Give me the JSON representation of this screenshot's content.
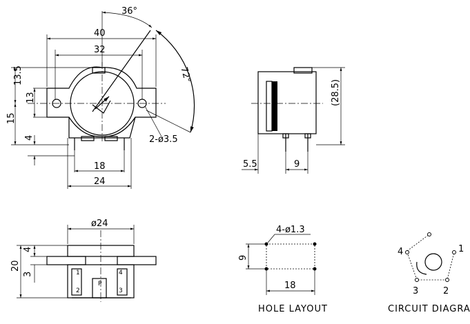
{
  "top_view": {
    "angle_label": "36°",
    "arc_label": "72°",
    "width_outer": "40",
    "width_inner": "32",
    "height_upper": "13.5",
    "height_hole": "13",
    "height_lower": "15",
    "height_pin": "4",
    "mount_holes": "2-ø3.5",
    "pin_span": "18",
    "body_width": "24"
  },
  "side_view": {
    "height": "(28.5)",
    "offset": "5.5",
    "pin_pitch": "9"
  },
  "front_view": {
    "diameter": "ø24",
    "h_total": "20",
    "h_top": "4",
    "h_bottom": "3",
    "pin_labels": [
      "1",
      "2",
      "P",
      "3",
      "4"
    ]
  },
  "hole_layout": {
    "holes": "4-ø1.3",
    "v_dim": "9",
    "h_dim": "18",
    "caption": "HOLE  LAYOUT"
  },
  "circuit": {
    "nodes": [
      "1",
      "2",
      "3",
      "4"
    ],
    "caption": "CIRCUIT  DIAGRAM"
  }
}
